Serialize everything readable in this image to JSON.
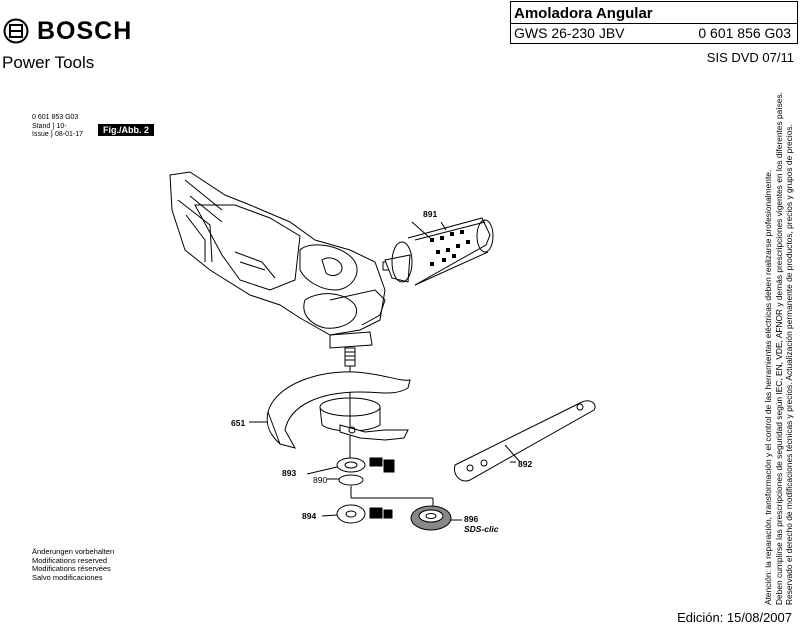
{
  "header": {
    "brand": "BOSCH",
    "subbrand": "Power Tools",
    "title": "Amoladora Angular",
    "model": "GWS 26-230 JBV",
    "part_number": "0 601 856 G03",
    "sis": "SIS DVD 07/11"
  },
  "meta": {
    "number": "0 601 853 G03",
    "stand_label": "Stand",
    "stand_value": "10-",
    "issue_label": "Issue",
    "issue_value": "08-01-17",
    "fig_label": "Fig./Abb. 2"
  },
  "parts": {
    "p891": "891",
    "p651": "651",
    "p893": "893",
    "p890": "890",
    "p894": "894",
    "p896": "896",
    "sds": "SDS-clic",
    "p892": "892"
  },
  "modifications": [
    "Änderungen vorbehalten",
    "Modifications reserved",
    "Modifications réservées",
    "Salvo modificaciones"
  ],
  "vertical_text": [
    "Atención: la reparación, transformación y el control de las herramientas eléctricas deben realizarse profesionalmente.",
    "Deben cumplirse las prescripciones de seguridad según IEC, EN, VDE, AFNOR y demás prescripciones vigentes en los diferentes países.",
    "Reservado el derecho de modificaciones técnicas y precios. Actualización permanente de productos, precios y grupos de precios."
  ],
  "footer": {
    "edicion": "Edición: 15/08/2007"
  }
}
